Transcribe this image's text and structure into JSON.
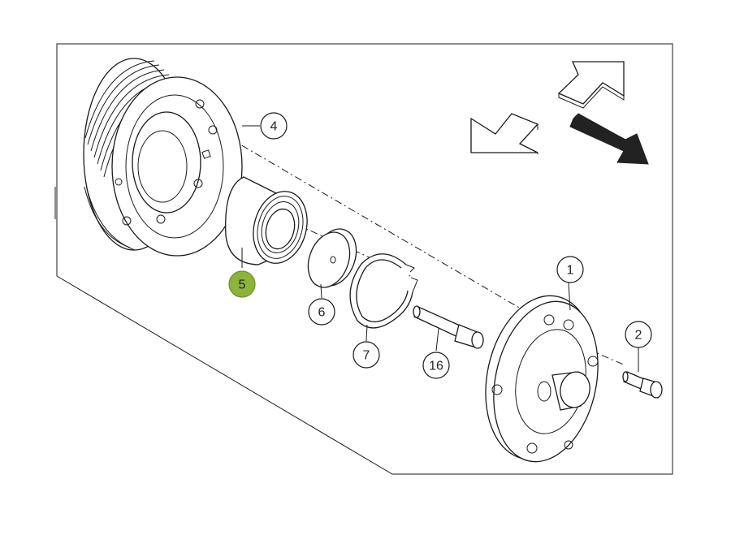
{
  "diagram": {
    "parts": [
      {
        "id": "p4",
        "number": "4"
      },
      {
        "id": "p5",
        "number": "5",
        "highlighted": true,
        "highlight_color": "#8db43a"
      },
      {
        "id": "p6",
        "number": "6"
      },
      {
        "id": "p7",
        "number": "7"
      },
      {
        "id": "p16",
        "number": "16"
      },
      {
        "id": "p1",
        "number": "1"
      },
      {
        "id": "p2",
        "number": "2"
      }
    ],
    "colors": {
      "line": "#1a1a1a",
      "background": "#ffffff",
      "highlight": "#8db43a",
      "arrow_dark": "#222222"
    }
  }
}
